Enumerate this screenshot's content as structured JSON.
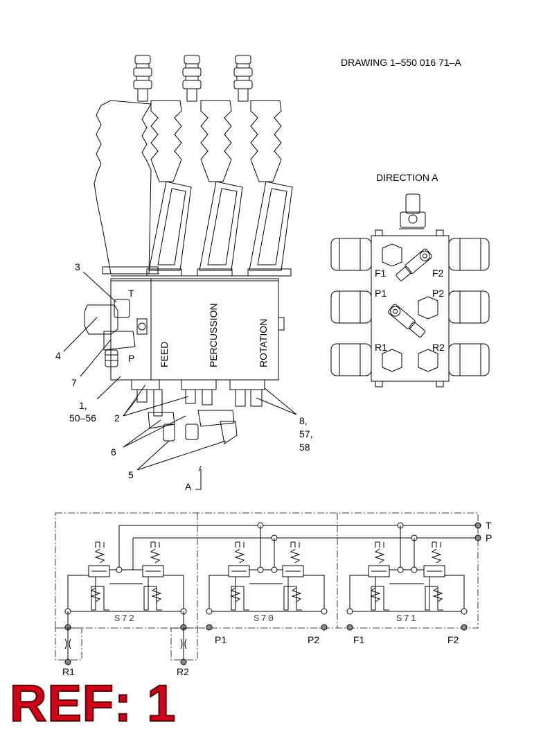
{
  "drawing_number": "DRAWING 1–550 016 71–A",
  "direction_title": "DIRECTION A",
  "section_labels": {
    "feed": "FEED",
    "percussion": "PERCUSSION",
    "rotation": "ROTATION"
  },
  "port_labels_left": {
    "t": "T",
    "p": "P"
  },
  "port_labels_direction": {
    "f1": "F1",
    "f2": "F2",
    "p1": "P1",
    "p2": "P2",
    "r1": "R1",
    "r2": "R2"
  },
  "callouts": {
    "c3": "3",
    "c4": "4",
    "c7": "7",
    "c1_line1": "1,",
    "c1_line2": "50–56",
    "c2": "2",
    "c6": "6",
    "c5": "5",
    "c8_line1": "8,",
    "c8_line2": "57,",
    "c8_line3": "58",
    "view_a": "A"
  },
  "schematic": {
    "tank": "T",
    "pressure": "P",
    "valves": [
      "S72",
      "S70",
      "S71"
    ],
    "ports": [
      "R1",
      "R2",
      "P1",
      "P2",
      "F1",
      "F2"
    ]
  },
  "reference": "REF: 1"
}
